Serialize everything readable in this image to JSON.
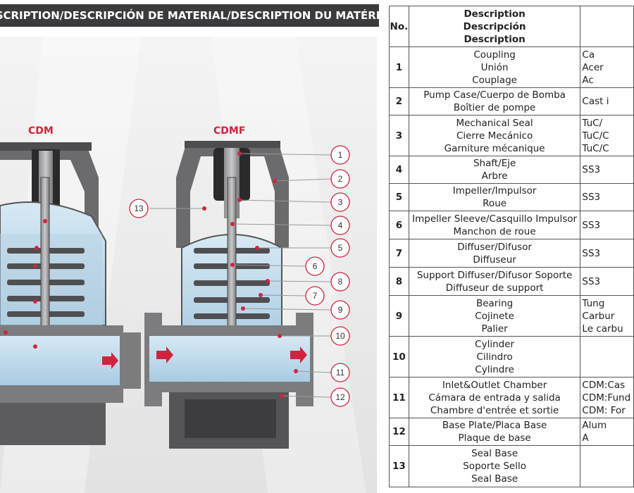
{
  "header": {
    "banner_text": "DESCRIPTION/DESCRIPCIÓN DE MATERIAL/DESCRIPTION DU MATÉRIEL"
  },
  "figure": {
    "model_left": "CDM",
    "model_right": "CDMF",
    "callouts": [
      "1",
      "2",
      "3",
      "4",
      "5",
      "6",
      "7",
      "8",
      "9",
      "10",
      "11",
      "12",
      "13"
    ]
  },
  "table": {
    "headers": {
      "no": "No.",
      "description": [
        "Description",
        "Descripción",
        "Description"
      ]
    },
    "rows": [
      {
        "no": "1",
        "desc": [
          "Coupling",
          "Unión",
          "Couplage"
        ],
        "mat": [
          "Ca",
          "Acer",
          "Ac"
        ]
      },
      {
        "no": "2",
        "desc": [
          "Pump Case/Cuerpo de Bomba",
          "Boîtier de pompe"
        ],
        "mat": [
          "Cast i"
        ]
      },
      {
        "no": "3",
        "desc": [
          "Mechanical Seal",
          "Cierre Mecánico",
          "Garniture mécanique"
        ],
        "mat": [
          "TuC/",
          "TuC/C",
          "TuC/C"
        ]
      },
      {
        "no": "4",
        "desc": [
          "Shaft/Eje",
          "Arbre"
        ],
        "mat": [
          "SS3"
        ]
      },
      {
        "no": "5",
        "desc": [
          "Impeller/Impulsor",
          "Roue"
        ],
        "mat": [
          "SS3"
        ]
      },
      {
        "no": "6",
        "desc": [
          "Impeller Sleeve/Casquillo Impulsor",
          "Manchon de roue"
        ],
        "mat": [
          "SS3"
        ]
      },
      {
        "no": "7",
        "desc": [
          "Diffuser/Difusor",
          "Diffuseur"
        ],
        "mat": [
          "SS3"
        ]
      },
      {
        "no": "8",
        "desc": [
          "Support Diffuser/Difusor Soporte",
          "Diffuseur de support"
        ],
        "mat": [
          "SS3"
        ]
      },
      {
        "no": "9",
        "desc": [
          "Bearing",
          "Cojinete",
          "Palier"
        ],
        "mat": [
          "Tung",
          "Carbur",
          "Le carbu"
        ]
      },
      {
        "no": "10",
        "desc": [
          "Cylinder",
          "Cilindro",
          "Cylindre"
        ],
        "mat": [
          ""
        ]
      },
      {
        "no": "11",
        "desc": [
          "Inlet&Outlet Chamber",
          "Cámara de entrada y salida",
          "Chambre d'entrée et sortie"
        ],
        "mat": [
          "CDM:Cas",
          "CDM:Fund",
          "CDM: For"
        ]
      },
      {
        "no": "12",
        "desc": [
          "Base Plate/Placa Base",
          "Plaque de base"
        ],
        "mat": [
          "Alum",
          "A"
        ]
      },
      {
        "no": "13",
        "desc": [
          "Seal Base",
          "Soporte Sello",
          "Seal Base"
        ],
        "mat": [
          ""
        ]
      }
    ]
  },
  "colors": {
    "banner_bg": "#3b3b3d",
    "accent_red": "#d0243e",
    "panel_bg": "#eeeeee",
    "liquid_blue": "#bcd8ea"
  }
}
